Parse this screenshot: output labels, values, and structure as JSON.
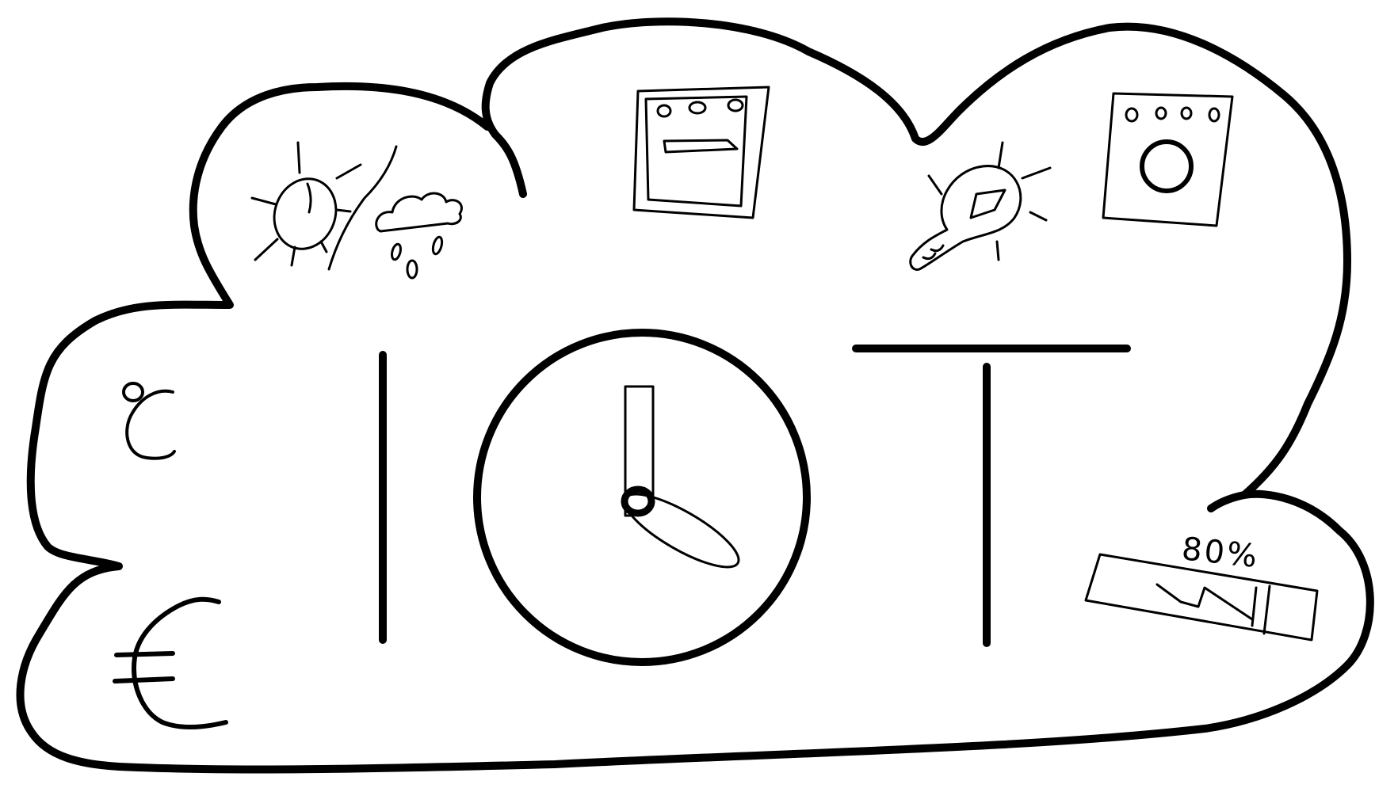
{
  "labels": {
    "letter_i": "I",
    "letter_t": "T",
    "temperature_unit": "°C",
    "currency_symbol": "€",
    "battery_percent": "80%"
  },
  "colors": {
    "ink": "#000000",
    "background": "#ffffff"
  },
  "icons": [
    "cloud-outline",
    "weather-icon",
    "oven-icon",
    "lightbulb-icon",
    "washing-machine-icon",
    "clock-icon",
    "battery-icon"
  ]
}
